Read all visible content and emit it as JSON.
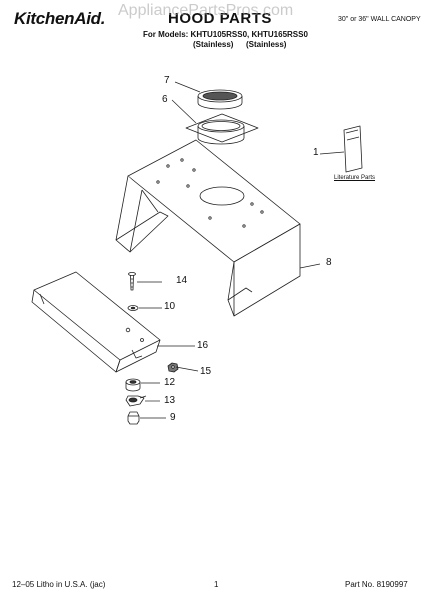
{
  "header": {
    "brand": "KitchenAid.",
    "title": "HOOD PARTS",
    "canopy": "30\" or 36\" WALL CANOPY",
    "models_line": "For Models: KHTU105RSS0, KHTU165RSS0",
    "finish_1": "(Stainless)",
    "finish_2": "(Stainless)"
  },
  "watermark": "AppliancePartsPros.com",
  "callouts": {
    "c1": "1",
    "c6": "6",
    "c7": "7",
    "c8": "8",
    "c9": "9",
    "c10": "10",
    "c12": "12",
    "c13": "13",
    "c14": "14",
    "c15": "15",
    "c16": "16"
  },
  "literature_label": "Literature Parts",
  "footer": {
    "left": "12–05 Litho in U.S.A. (jac)",
    "page": "1",
    "part_no": "Part No. 8190997"
  }
}
